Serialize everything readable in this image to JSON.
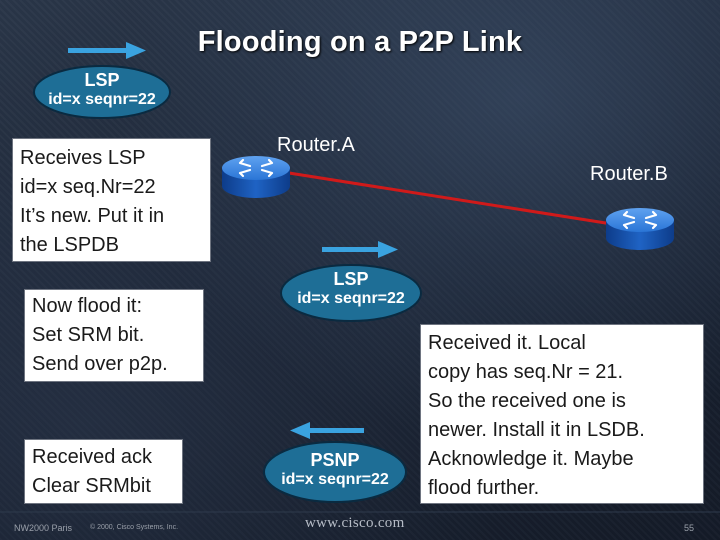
{
  "title": "Flooding on a P2P Link",
  "routers": [
    {
      "label": "Router.A"
    },
    {
      "label": "Router.B"
    }
  ],
  "packets": {
    "lsp_top": {
      "type": "LSP",
      "id_text": "id=x seqnr=22",
      "direction": "right"
    },
    "lsp_mid": {
      "type": "LSP",
      "id_text": "id=x seqnr=22",
      "direction": "right"
    },
    "psnp": {
      "type": "PSNP",
      "id_text": "id=x seqnr=22",
      "direction": "left"
    }
  },
  "notes": {
    "receives": [
      "Receives LSP",
      "id=x seq.Nr=22",
      "It’s new. Put it in",
      "the LSPDB"
    ],
    "flood": [
      "Now  flood it:",
      "Set SRM bit.",
      "Send over p2p."
    ],
    "ack": [
      "Received ack",
      "Clear SRMbit"
    ],
    "router_b": [
      "Received it. Local",
      "copy has seq.Nr = 21.",
      "So the received one is",
      "newer. Install it in LSDB.",
      "Acknowledge it. Maybe",
      "flood further."
    ]
  },
  "footer": {
    "left": "NW2000 Paris",
    "copyright": "© 2000, Cisco Systems, Inc.",
    "url": "www.cisco.com",
    "page": "55"
  },
  "colors": {
    "packet_fill": "#1e6e96",
    "arrow": "#3aa3e0",
    "link": "#d01a1a",
    "router_blue": "#1f6fd1"
  }
}
